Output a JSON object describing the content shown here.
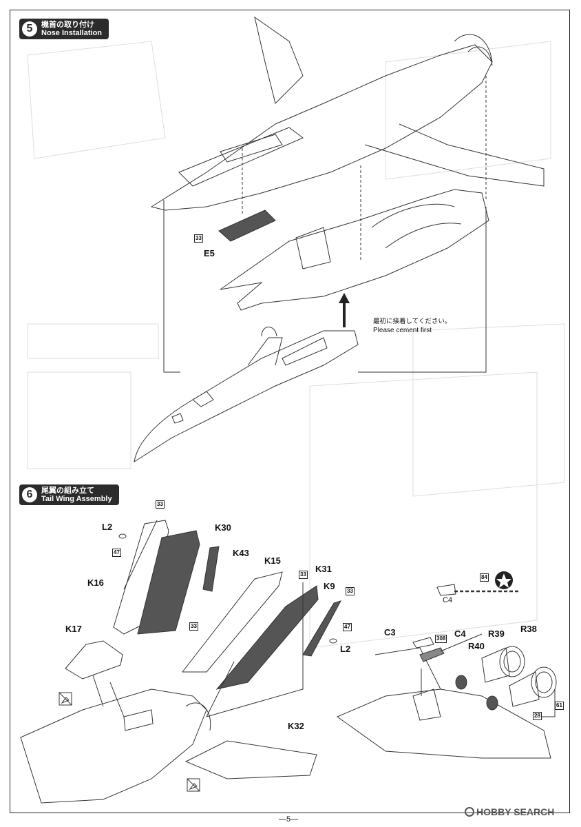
{
  "step5": {
    "number": "5",
    "title_jp": "機首の取り付け",
    "title_en": "Nose Installation",
    "part_e5": "E5",
    "color_code_e5": "33",
    "note_jp": "最初に接着してください。",
    "note_en": "Please cement first"
  },
  "step6": {
    "number": "6",
    "title_jp": "尾翼の組み立て",
    "title_en": "Tail Wing Assembly",
    "parts": {
      "l2_left": "L2",
      "k30": "K30",
      "k43": "K43",
      "k16": "K16",
      "k15": "K15",
      "k31": "K31",
      "k9": "K9",
      "k17": "K17",
      "l2_right": "L2",
      "c4_top": "C4",
      "c3": "C3",
      "c4": "C4",
      "r39": "R39",
      "r38": "R38",
      "r40": "R40",
      "k32": "K32"
    },
    "color_codes": {
      "c33_a": "33",
      "c47_a": "47",
      "c33_b": "33",
      "c33_c": "33",
      "c33_d": "33",
      "c47_b": "47",
      "c84": "84",
      "c308": "308",
      "c28": "28",
      "c61": "61"
    }
  },
  "footer": {
    "page_number": "—5—",
    "watermark": "HOBBY SEARCH"
  },
  "colors": {
    "accent_dark": "#2b2b2b",
    "part_fill": "#555555"
  }
}
